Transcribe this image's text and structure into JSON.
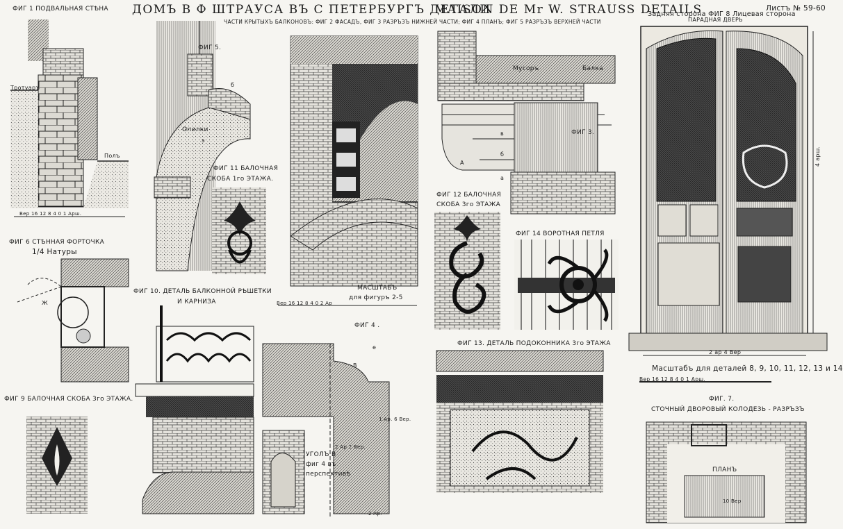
{
  "header": {
    "title_ru": "ДОМЪ В Ф ШТРАУСА ВЪ С ПЕТЕРБУРГЪ  ДЕТАЛИ",
    "title_fr": "MAISON DE Mr W. STRAUSS  DETAILS",
    "sheet": "Листъ № 59-60",
    "subtitle": "ЧАСТИ КРЫТЫХЪ БАЛКОНОВЪ: ФИГ 2 ФАСАДЪ, ФИГ 3 РАЗРЪЗЪ НИЖНЕЙ ЧАСТИ; ФИГ 4 ПЛАНЪ; ФИГ 5 РАЗРЪЗЪ ВЕРХНЕЙ ЧАСТИ"
  },
  "fig1": {
    "caption": "ФИГ 1  ПОДВАЛЬНАЯ СТѢНА",
    "sidewalk": "Тротуаръ",
    "floor": "Полъ",
    "scale": "Вер 16  12  8  4  0      1 Арш."
  },
  "fig5": {
    "caption": "ФИГ 5.",
    "b": "б",
    "e": "э",
    "label": "Опилки"
  },
  "fig11": {
    "caption": "ФИГ 11 БАЛОЧНАЯ",
    "caption2": "СКОБА 1го ЭТАЖА."
  },
  "fig2": {
    "scale_title": "МАСШТАБЪ",
    "scale_sub": "для фигуръ 2-5",
    "scale": "Вер 16  12  8  4  0        2 Ар"
  },
  "fig3": {
    "caption": "ФИГ 3.",
    "debris": "Мусоръ",
    "beam": "Балка",
    "v": "в",
    "b": "б",
    "a": "а",
    "A": "А"
  },
  "fig12": {
    "caption": "ФИГ 12 БАЛОЧНАЯ",
    "caption2": "СКОБА 3го ЭТАЖА"
  },
  "fig14": {
    "caption": "ФИГ 14 ВОРОТНАЯ ПЕТЛЯ"
  },
  "fig8": {
    "title": "ПАРАДНАЯ ДВЕРЬ",
    "subtitle": "Задняя сторона  ФИГ 8  Лицевая сторона",
    "height": "4 арш.",
    "width": "2 ар 4 Вер",
    "scale_title": "Масштабъ для деталей 8, 9, 10, 11, 12, 13 и 14",
    "scale": "Вер 16  12  8  4  0      1 Арш."
  },
  "fig6": {
    "caption": "ФИГ 6  СТѢННАЯ ФОРТОЧКА",
    "caption2": "1/4 Натуры",
    "mark": "Ж"
  },
  "fig10": {
    "caption": "ФИГ 10. ДЕТАЛЬ БАЛКОННОЙ РѢШЕТКИ",
    "caption2": "И КАРНИЗА"
  },
  "fig4": {
    "caption": "ФИГ 4 .",
    "v": "В",
    "e": "е",
    "dim1": "1 Ар. 6 Вер.",
    "dim2": "2 Ар 2 Вер.",
    "dim3": "2 Ар.",
    "corner": "УГОЛЪ В",
    "corner2": "фиг 4 въ",
    "corner3": "перспективѣ"
  },
  "fig13": {
    "caption": "ФИГ 13. ДЕТАЛЬ ПОДОКОННИКА 3го ЭТАЖА"
  },
  "fig9": {
    "caption": "ФИГ 9  БАЛОЧНАЯ СКОБА 3го ЭТАЖА."
  },
  "fig7": {
    "caption": "ФИГ. 7.",
    "caption2": "СТОЧНЫЙ ДВОРОВЫЙ КОЛОДЕЗЬ - РАЗРЪЗЪ",
    "plan": "ПЛАНЪ",
    "dim": "10 Вер"
  }
}
